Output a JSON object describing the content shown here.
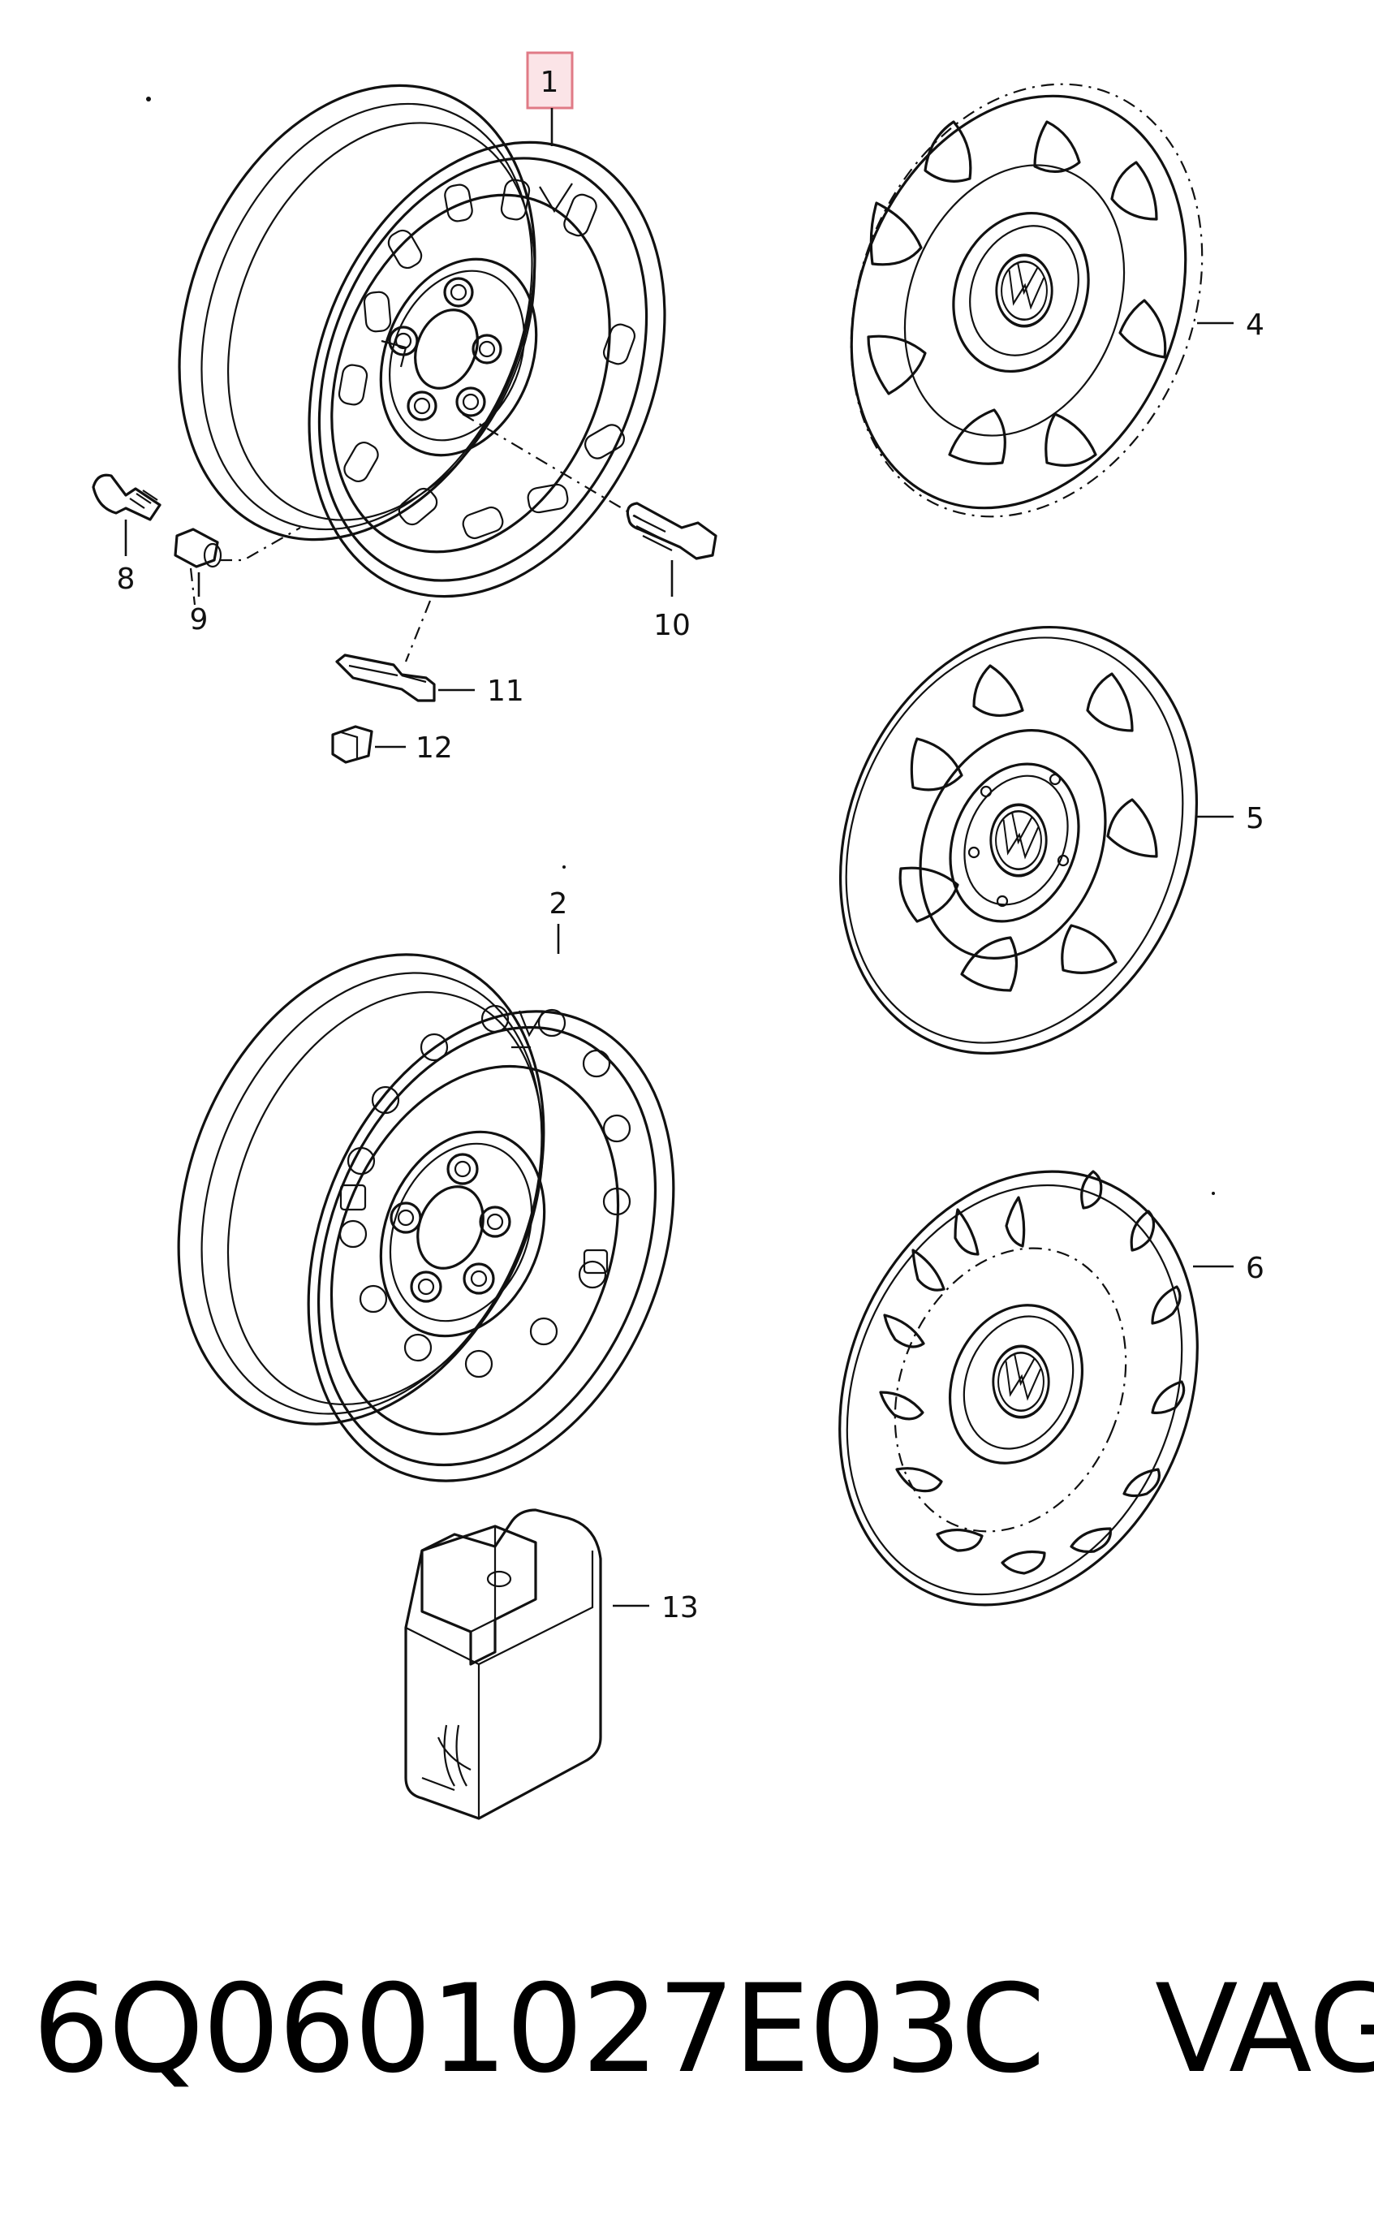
{
  "callouts": {
    "c1": "1",
    "c2": "2",
    "c4": "4",
    "c5": "5",
    "c6": "6",
    "c8": "8",
    "c9": "9",
    "c10": "10",
    "c11": "11",
    "c12": "12",
    "c13": "13"
  },
  "colors": {
    "line": "#111111",
    "highlight_box": "#e07a86",
    "highlight_fill": "#fbe4e7"
  },
  "footer": {
    "part_number": "6Q0601027E03C",
    "brand": "VAG"
  },
  "icons": [
    "vw-logo-icon",
    "steel-wheel-icon",
    "hubcap-icon",
    "tpms-sensor-icon",
    "valve-icon",
    "wheel-bolt-icon"
  ]
}
